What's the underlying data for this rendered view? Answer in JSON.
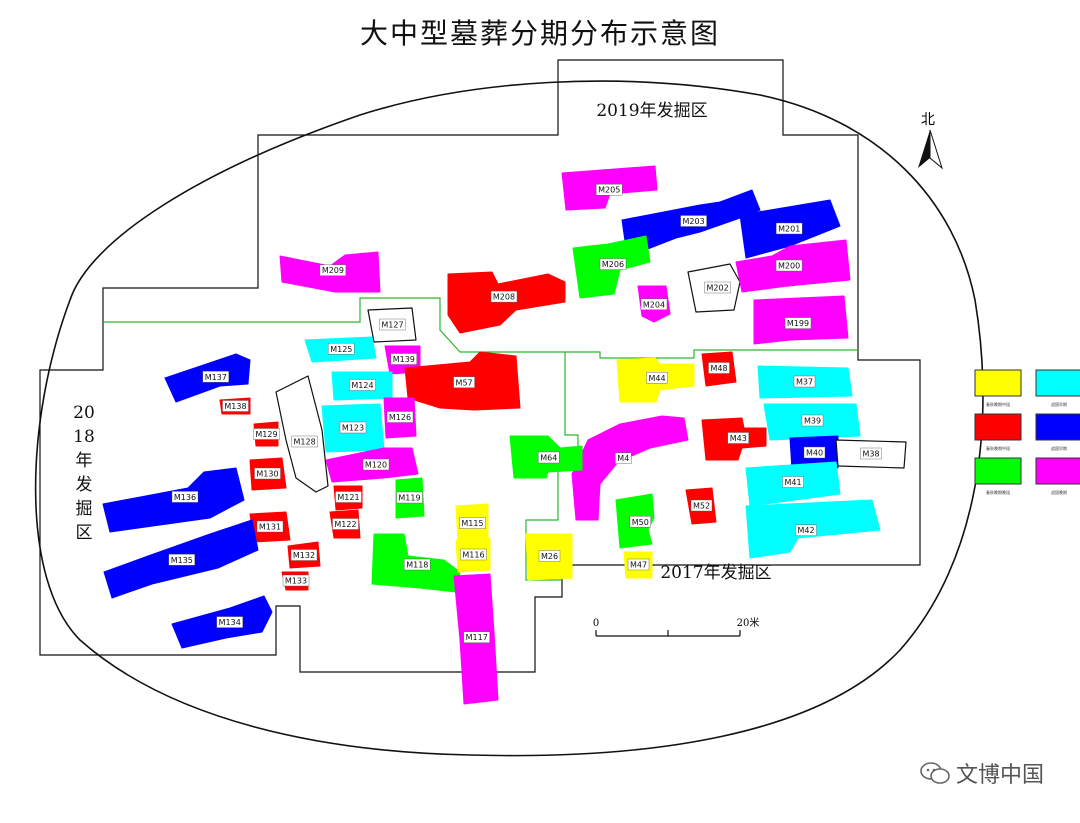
{
  "title": "大中型墓葬分期分布示意图",
  "areas": {
    "a2019": "2019年发掘区",
    "a2017": "2017年发掘区",
    "a2018": [
      "20",
      "18",
      "年",
      "发",
      "掘",
      "区"
    ]
  },
  "north_label": "北",
  "scale": {
    "start": "0",
    "end": "20米"
  },
  "colors": {
    "yellow": "#ffff00",
    "cyan": "#00ffff",
    "red": "#ff0000",
    "blue": "#0000ff",
    "green": "#00ff00",
    "magenta": "#ff00ff",
    "white": "#ffffff",
    "boundary_green": "#2db82d"
  },
  "tombs": [
    {
      "id": "M205",
      "color": "magenta"
    },
    {
      "id": "M203",
      "color": "blue"
    },
    {
      "id": "M201",
      "color": "blue"
    },
    {
      "id": "M206",
      "color": "green"
    },
    {
      "id": "M209",
      "color": "magenta"
    },
    {
      "id": "M202",
      "color": "white"
    },
    {
      "id": "M200",
      "color": "magenta"
    },
    {
      "id": "M208",
      "color": "red"
    },
    {
      "id": "M204",
      "color": "magenta"
    },
    {
      "id": "M199",
      "color": "magenta"
    },
    {
      "id": "M127",
      "color": "white"
    },
    {
      "id": "M125",
      "color": "cyan"
    },
    {
      "id": "M139",
      "color": "magenta"
    },
    {
      "id": "M57",
      "color": "red"
    },
    {
      "id": "M44",
      "color": "yellow"
    },
    {
      "id": "M48",
      "color": "red"
    },
    {
      "id": "M37",
      "color": "cyan"
    },
    {
      "id": "M137",
      "color": "blue"
    },
    {
      "id": "M124",
      "color": "cyan"
    },
    {
      "id": "M138",
      "color": "red"
    },
    {
      "id": "M128",
      "color": "white"
    },
    {
      "id": "M126",
      "color": "magenta"
    },
    {
      "id": "M123",
      "color": "cyan"
    },
    {
      "id": "M129",
      "color": "red"
    },
    {
      "id": "M39",
      "color": "cyan"
    },
    {
      "id": "M4",
      "color": "magenta"
    },
    {
      "id": "M43",
      "color": "red"
    },
    {
      "id": "M40",
      "color": "blue"
    },
    {
      "id": "M38",
      "color": "white"
    },
    {
      "id": "M64",
      "color": "green"
    },
    {
      "id": "M120",
      "color": "magenta"
    },
    {
      "id": "M130",
      "color": "red"
    },
    {
      "id": "M41",
      "color": "cyan"
    },
    {
      "id": "M136",
      "color": "blue"
    },
    {
      "id": "M121",
      "color": "red"
    },
    {
      "id": "M119",
      "color": "green"
    },
    {
      "id": "M52",
      "color": "red"
    },
    {
      "id": "M50",
      "color": "green"
    },
    {
      "id": "M131",
      "color": "red"
    },
    {
      "id": "M122",
      "color": "red"
    },
    {
      "id": "M115",
      "color": "yellow"
    },
    {
      "id": "M42",
      "color": "cyan"
    },
    {
      "id": "M135",
      "color": "blue"
    },
    {
      "id": "M118",
      "color": "green"
    },
    {
      "id": "M116",
      "color": "yellow"
    },
    {
      "id": "M26",
      "color": "yellow"
    },
    {
      "id": "M132",
      "color": "red"
    },
    {
      "id": "M47",
      "color": "yellow"
    },
    {
      "id": "M133",
      "color": "red"
    },
    {
      "id": "M117",
      "color": "magenta"
    },
    {
      "id": "M134",
      "color": "blue"
    }
  ],
  "legend": [
    {
      "color": "yellow",
      "label": "春秋晚期中段"
    },
    {
      "color": "cyan",
      "label": "战国早期"
    },
    {
      "color": "red",
      "label": "春秋晚期中段"
    },
    {
      "color": "blue",
      "label": "战国早期"
    },
    {
      "color": "green",
      "label": "春秋晚期晚段"
    },
    {
      "color": "magenta",
      "label": "战国晚期"
    }
  ],
  "watermark": "文博中国"
}
